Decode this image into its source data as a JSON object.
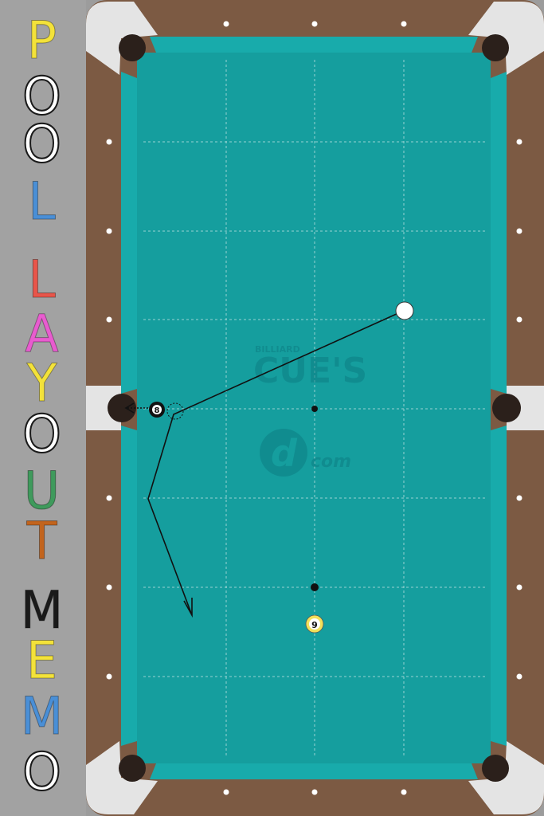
{
  "app": {
    "title_letters": [
      {
        "ch": "P",
        "color": "#f3e23a"
      },
      {
        "ch": "O",
        "color": "#ffffff"
      },
      {
        "ch": "O",
        "color": "#ffffff"
      },
      {
        "ch": "L",
        "color": "#4a8fd6"
      },
      {
        "ch": "L",
        "color": "#e8554a"
      },
      {
        "ch": "A",
        "color": "#e85ccf"
      },
      {
        "ch": "Y",
        "color": "#f3e23a"
      },
      {
        "ch": "O",
        "color": "#ffffff"
      },
      {
        "ch": "U",
        "color": "#3f9a5c"
      },
      {
        "ch": "T",
        "color": "#c2641d"
      },
      {
        "ch": "M",
        "color": "#1a1a1a"
      },
      {
        "ch": "E",
        "color": "#f3e23a"
      },
      {
        "ch": "M",
        "color": "#4a8fd6"
      },
      {
        "ch": "O",
        "color": "#ffffff"
      }
    ]
  },
  "colors": {
    "cloth": "#159e9e",
    "cushion": "#18abab",
    "rail": "#7c5a43",
    "corner": "#e4e4e4",
    "pocket": "#2b201b",
    "grid": "#cfe9e9",
    "watermark": "#0d7f84"
  },
  "watermark": {
    "small": "BILLIARD",
    "big": "CUE'S",
    "logo_letter": "d",
    "logo_text": "com"
  },
  "balls": [
    {
      "id": "cue-ball",
      "label": "",
      "color": "#ffffff"
    },
    {
      "id": "eight-ball",
      "label": "8",
      "color": "#111111"
    },
    {
      "id": "nine-ball",
      "label": "9",
      "color": "#f1e05a"
    }
  ]
}
